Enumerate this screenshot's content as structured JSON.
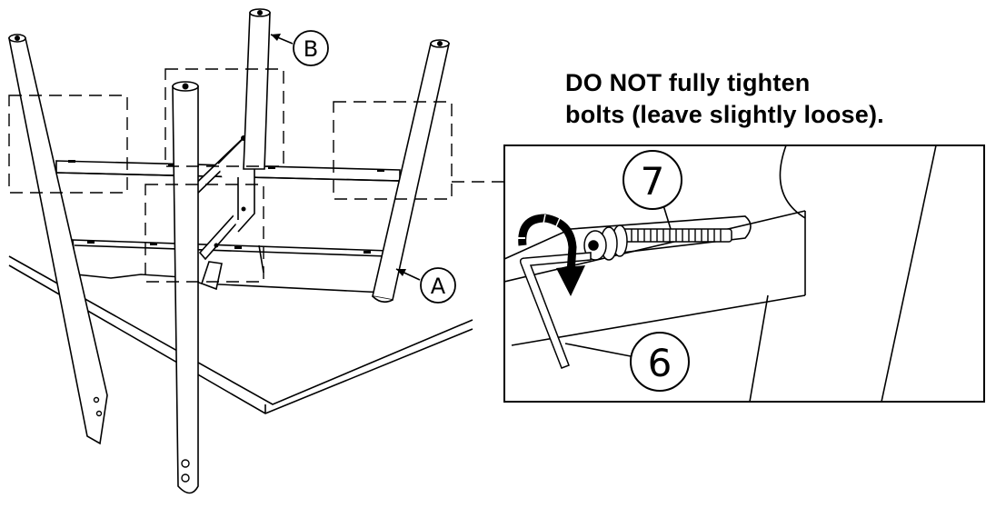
{
  "instruction": {
    "line1": "DO NOT fully tighten",
    "line2": "bolts (leave slightly loose)."
  },
  "callouts": {
    "leg_a": "A",
    "leg_b": "B",
    "bolt": "7",
    "hex_key": "6"
  },
  "colors": {
    "ink": "#000000",
    "paper": "#ffffff"
  },
  "icons": {
    "rotation": "clockwise-arrow-icon"
  }
}
